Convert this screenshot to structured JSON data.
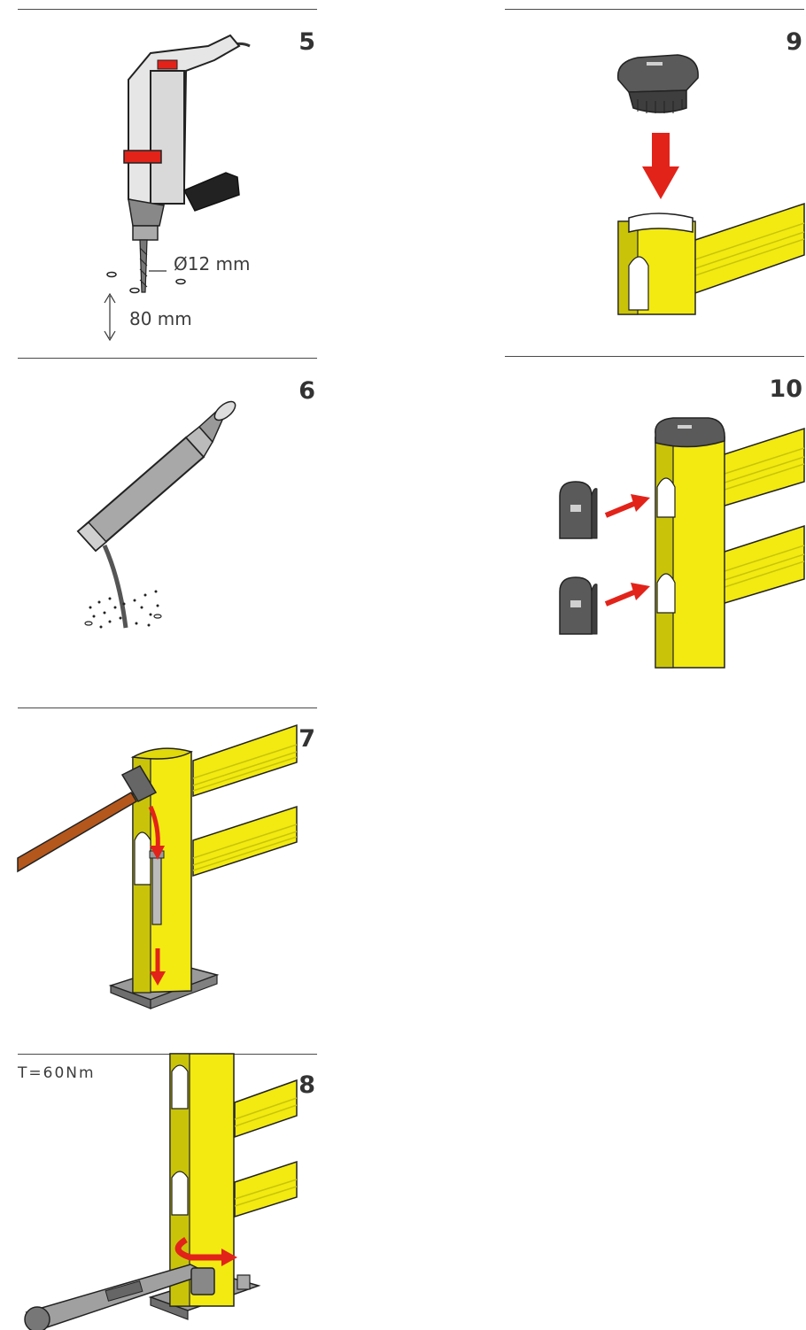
{
  "steps": {
    "s5": {
      "number": "5",
      "diameter_label": "Ø12 mm",
      "depth_label": "80 mm"
    },
    "s6": {
      "number": "6"
    },
    "s7": {
      "number": "7"
    },
    "s8": {
      "number": "8",
      "torque_label": "T=60Nm"
    },
    "s9": {
      "number": "9"
    },
    "s10": {
      "number": "10"
    }
  },
  "colors": {
    "barrier_yellow": "#f2ea10",
    "barrier_shadow": "#c9c40a",
    "arrow_red": "#e2231a",
    "cap_grey": "#5a5a5a",
    "hammer_handle": "#b4571c"
  },
  "icons": {
    "s5": "drill-icon",
    "s6": "resin-gun-icon",
    "s7": "hammer-icon",
    "s8": "torque-wrench-icon",
    "s9": "top-cap-icon",
    "s10": "side-plug-icon"
  }
}
